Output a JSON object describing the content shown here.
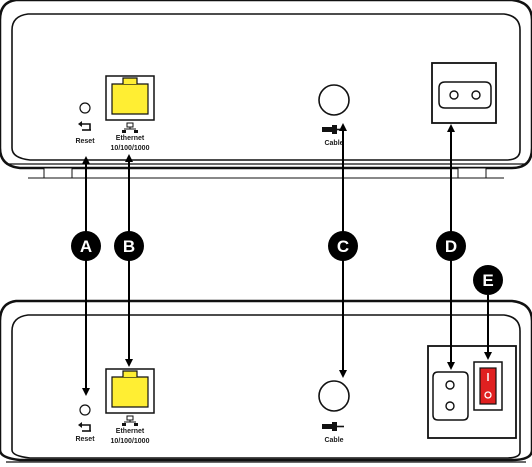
{
  "top_modem": {
    "ports": {
      "reset": {
        "label": "Reset",
        "icon": "reset-arrow-icon"
      },
      "ethernet": {
        "label_line1": "Ethernet",
        "label_line2": "10/100/1000",
        "icon": "network-icon",
        "color": "#ffee33"
      },
      "cable": {
        "label": "Cable",
        "icon": "coax-plug-icon"
      },
      "power": {
        "icon": "power-inlet-icon"
      }
    }
  },
  "bottom_modem": {
    "ports": {
      "reset": {
        "label": "Reset",
        "icon": "reset-arrow-icon"
      },
      "ethernet": {
        "label_line1": "Ethernet",
        "label_line2": "10/100/1000",
        "icon": "network-icon",
        "color": "#ffee33"
      },
      "cable": {
        "label": "Cable",
        "icon": "coax-plug-icon"
      },
      "power": {
        "icon": "power-inlet-icon"
      },
      "switch": {
        "icon": "power-switch-icon",
        "color": "#e02020"
      }
    }
  },
  "callouts": {
    "a": "A",
    "b": "B",
    "c": "C",
    "d": "D",
    "e": "E"
  }
}
